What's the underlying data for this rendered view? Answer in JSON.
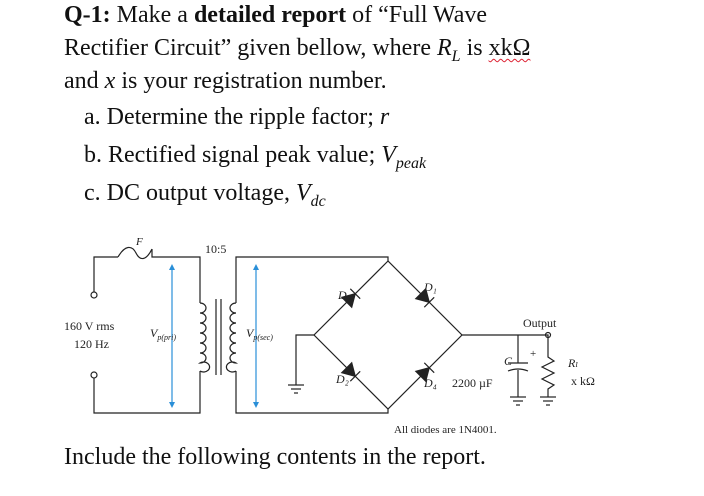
{
  "question": {
    "number": "Q-1:",
    "line1_part1": " Make a ",
    "line1_bold": "detailed report",
    "line1_part2": " of “Full Wave",
    "line2_part1": "Rectifier Circuit” given bellow, where ",
    "rl_symbol": "R",
    "rl_sub": "L",
    "line2_is": " is ",
    "line2_value": "xkΩ",
    "line3_part1": "and ",
    "line3_var": "x",
    "line3_part2": " is your registration number."
  },
  "items": [
    {
      "text": "a. Determine the ripple factor; ",
      "var": "r",
      "sub": ""
    },
    {
      "text": "b. Rectified signal peak value; ",
      "var": "V",
      "sub": "peak"
    },
    {
      "text": "c. DC output voltage, ",
      "var": "V",
      "sub": "dc"
    }
  ],
  "circuit": {
    "fuse": "F",
    "turns_ratio": "10:5",
    "source_voltage": "160 V rms",
    "source_freq": "120 Hz",
    "vpri_main": "V",
    "vpri_sub": "p(pri)",
    "vsec_main": "V",
    "vsec_sub": "p(sec)",
    "d1": "D₁",
    "d2": "D₂",
    "d3": "D₃",
    "d4": "D₄",
    "capacitor_label": "C",
    "capacitor_value": "2200 µF",
    "plus": "+",
    "output": "Output",
    "rl": "Rₗ",
    "rl_value": "x kΩ",
    "note": "All diodes are 1N4001."
  },
  "footer": "Include the following contents in the report.",
  "colors": {
    "text": "#111111",
    "wire": "#222222",
    "arrow": "#2a8fd8",
    "wavy": "#dd2233"
  }
}
